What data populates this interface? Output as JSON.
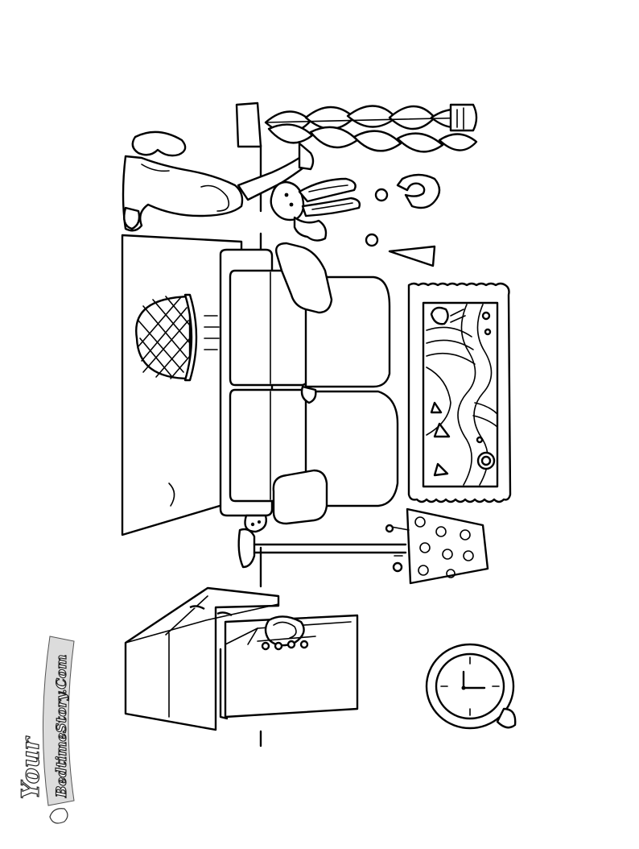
{
  "page": {
    "background": "#ffffff",
    "ink": "#000000"
  },
  "watermark": {
    "primary": "Your",
    "secondary": "BedtimeStory.Com"
  },
  "clock": {
    "hour_hand_icon": "clock-hour-hand",
    "minute_hand_icon": "clock-minute-hand"
  },
  "scene_items": [
    "plant",
    "rabbit",
    "dog",
    "sofa",
    "basket",
    "painting",
    "lamp",
    "cabinet",
    "clock",
    "rug"
  ]
}
